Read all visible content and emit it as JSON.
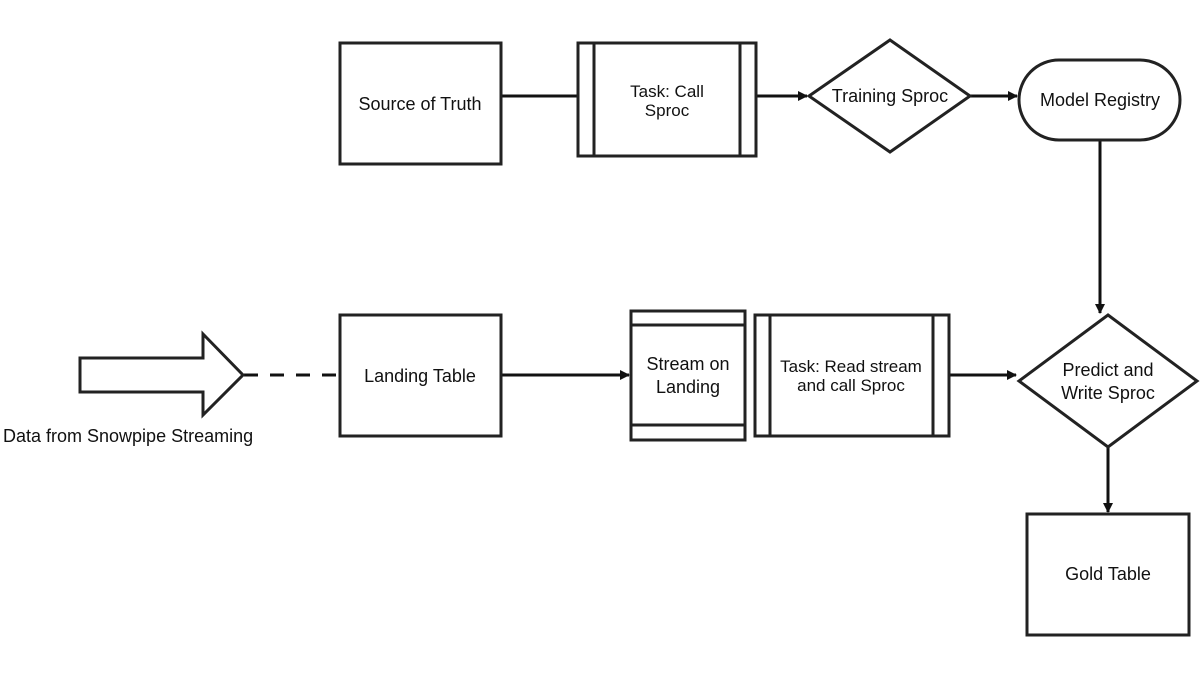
{
  "nodes": {
    "source_of_truth": {
      "lines": [
        "Source of Truth"
      ]
    },
    "task_call_sproc": {
      "lines": [
        "Task: Call",
        "Sproc"
      ]
    },
    "training_sproc": {
      "lines": [
        "Training Sproc"
      ]
    },
    "model_registry": {
      "lines": [
        "Model Registry"
      ]
    },
    "landing_table": {
      "lines": [
        "Landing Table"
      ]
    },
    "stream_on_landing": {
      "lines": [
        "Stream on",
        "Landing"
      ]
    },
    "task_read_stream": {
      "lines": [
        "Task: Read stream",
        "and call Sproc"
      ]
    },
    "predict_write_sproc": {
      "lines": [
        "Predict and",
        "Write Sproc"
      ]
    },
    "gold_table": {
      "lines": [
        "Gold Table"
      ]
    }
  },
  "input_caption": "Data from Snowpipe Streaming"
}
